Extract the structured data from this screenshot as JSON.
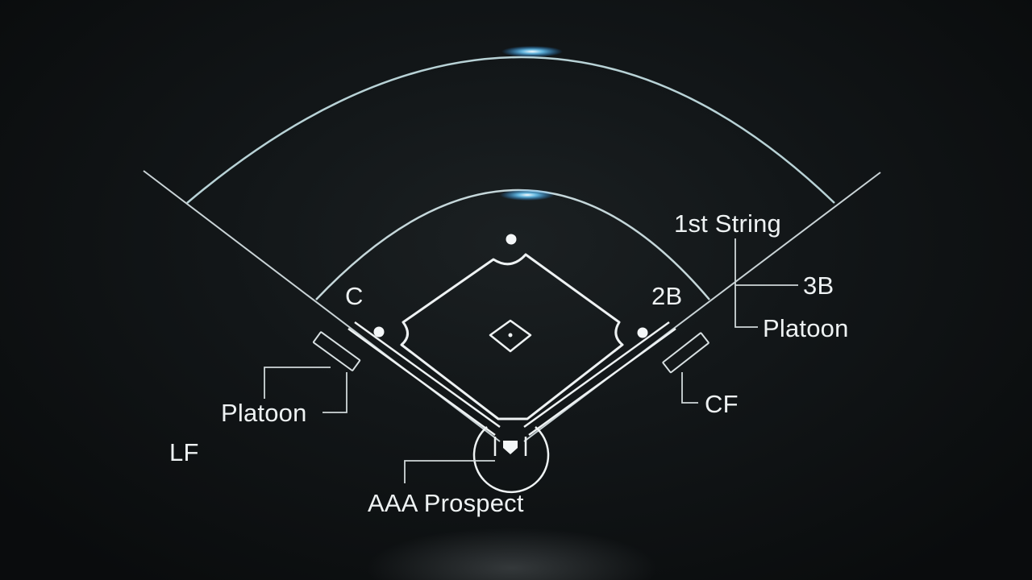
{
  "diagram": {
    "labels": {
      "c": "C",
      "second_base": "2B",
      "first_string": "1st String",
      "third_base": "3B",
      "platoon_right": "Platoon",
      "platoon_left": "Platoon",
      "left_field": "LF",
      "center_field": "CF",
      "aaa_prospect": "AAA Prospect"
    },
    "colors": {
      "background": "#0b0d0e",
      "line": "#eef2f3",
      "arc": "#b8d2d6",
      "glow": "#4fc3ff"
    }
  }
}
